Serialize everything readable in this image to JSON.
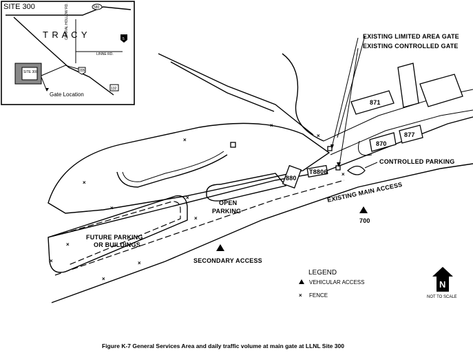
{
  "inset": {
    "site_label": "SITE 300",
    "city_label": "T R A C Y",
    "gate_label": "Gate Location",
    "road_corral": "CORRAL HOLLOW RD.",
    "road_linne": "LINNE RD.",
    "site_box": "SITE 300",
    "highway_580": "580",
    "highway_205": "205",
    "highway_5": "5",
    "highway_132": "132"
  },
  "labels": {
    "limited_gate": "EXISTING LIMITED AREA GATE",
    "controlled_gate": "EXISTING CONTROLLED GATE",
    "controlled_parking": "CONTROLLED PARKING",
    "main_access": "EXISTING MAIN ACCESS",
    "main_access_count": "700",
    "open_parking_1": "OPEN",
    "open_parking_2": "PARKING",
    "future_1": "FUTURE PARKING",
    "future_2": "OR BUILDINGS",
    "secondary_access": "SECONDARY ACCESS"
  },
  "buildings": {
    "b871": "871",
    "b870": "870",
    "b877": "877",
    "b880": "880",
    "bT8806": "T8806"
  },
  "legend": {
    "title": "LEGEND",
    "vehicular": "VEHICULAR ACCESS",
    "fence": "FENCE"
  },
  "north": {
    "letter": "N",
    "note": "NOT TO SCALE"
  },
  "caption": "Figure K-7  General Services Area and daily traffic volume at main gate at LLNL Site 300"
}
